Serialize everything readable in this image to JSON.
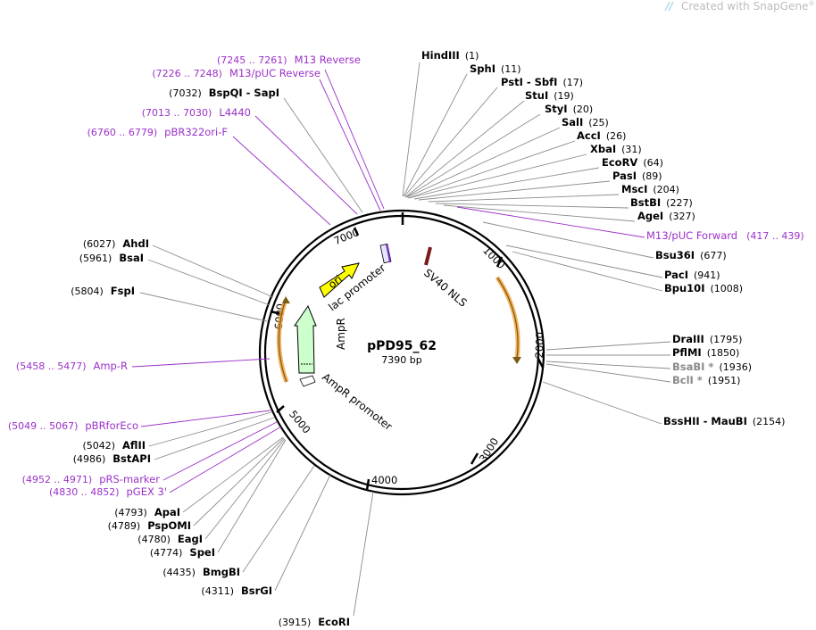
{
  "watermark": {
    "text": "Created with SnapGene",
    "registered": "®",
    "colors": {
      "gray": "#bdbdbd",
      "brand": "#e58f8f"
    },
    "icon": "snapgene-logo-icon"
  },
  "plasmid": {
    "name": "pPD95_62",
    "size_label": "7390 bp",
    "length": 7390
  },
  "tick_labels": [
    "1000",
    "2000",
    "3000",
    "4000",
    "5000",
    "6000",
    "7000"
  ],
  "features": {
    "ori": "ori",
    "lac_promoter": "lac promoter",
    "sv40": "SV40 NLS",
    "ampr": "AmpR",
    "ampr_promoter": "AmpR promoter"
  },
  "colors": {
    "backbone": "#000000",
    "primer": "#9b30c8",
    "ori": "#ffff00",
    "ampr": "#ccffcc",
    "sv40": "#7a1a1a",
    "orange_arrow": "#f2a23a"
  },
  "sites_right": [
    {
      "name": "HindIII",
      "pos": "(1)"
    },
    {
      "name": "SphI",
      "pos": "(11)"
    },
    {
      "name": "PstI",
      "extra": " - SbfI",
      "pos": "(17)"
    },
    {
      "name": "StuI",
      "pos": "(19)"
    },
    {
      "name": "StyI",
      "pos": "(20)"
    },
    {
      "name": "SalI",
      "pos": "(25)"
    },
    {
      "name": "AccI",
      "pos": "(26)"
    },
    {
      "name": "XbaI",
      "pos": "(31)"
    },
    {
      "name": "EcoRV",
      "pos": "(64)"
    },
    {
      "name": "PasI",
      "pos": "(89)"
    },
    {
      "name": "MscI",
      "pos": "(204)"
    },
    {
      "name": "BstBI",
      "pos": "(227)"
    },
    {
      "name": "AgeI",
      "pos": "(327)"
    },
    {
      "name": "Bsu36I",
      "pos": "(677)"
    },
    {
      "name": "PacI",
      "pos": "(941)"
    },
    {
      "name": "Bpu10I",
      "pos": "(1008)"
    },
    {
      "name": "DraIII",
      "pos": "(1795)"
    },
    {
      "name": "PflMI",
      "pos": "(1850)"
    },
    {
      "name": "BsaBI *",
      "pos": "(1936)"
    },
    {
      "name": "BclI *",
      "pos": "(1951)"
    },
    {
      "name": "BssHII",
      "extra": " - MauBI",
      "pos": "(2154)"
    }
  ],
  "sites_left": [
    {
      "name": "BspQI",
      "extra": " - SapI",
      "pos": "(7032)"
    },
    {
      "name": "AhdI",
      "pos": "(6027)"
    },
    {
      "name": "BsaI",
      "pos": "(5961)"
    },
    {
      "name": "FspI",
      "pos": "(5804)"
    },
    {
      "name": "AflII",
      "pos": "(5042)"
    },
    {
      "name": "BstAPI",
      "pos": "(4986)"
    },
    {
      "name": "ApaI",
      "pos": "(4793)"
    },
    {
      "name": "PspOMI",
      "pos": "(4789)"
    },
    {
      "name": "EagI",
      "pos": "(4780)"
    },
    {
      "name": "SpeI",
      "pos": "(4774)"
    },
    {
      "name": "BmgBI",
      "pos": "(4435)"
    },
    {
      "name": "BsrGI",
      "pos": "(4311)"
    },
    {
      "name": "EcoRI",
      "pos": "(3915)"
    }
  ],
  "primers": [
    {
      "name": "M13 Reverse",
      "pos": "(7245 .. 7261)"
    },
    {
      "name": "M13/pUC Reverse",
      "pos": "(7226 .. 7248)"
    },
    {
      "name": "L4440",
      "pos": "(7013 .. 7030)"
    },
    {
      "name": "pBR322ori-F",
      "pos": "(6760 .. 6779)"
    },
    {
      "name": "M13/pUC Forward",
      "pos": "(417 .. 439)"
    },
    {
      "name": "Amp-R",
      "pos": "(5458 .. 5477)"
    },
    {
      "name": "pBRforEco",
      "pos": "(5049 .. 5067)"
    },
    {
      "name": "pRS-marker",
      "pos": "(4952 .. 4971)"
    },
    {
      "name": "pGEX 3'",
      "pos": "(4830 .. 4852)"
    }
  ]
}
